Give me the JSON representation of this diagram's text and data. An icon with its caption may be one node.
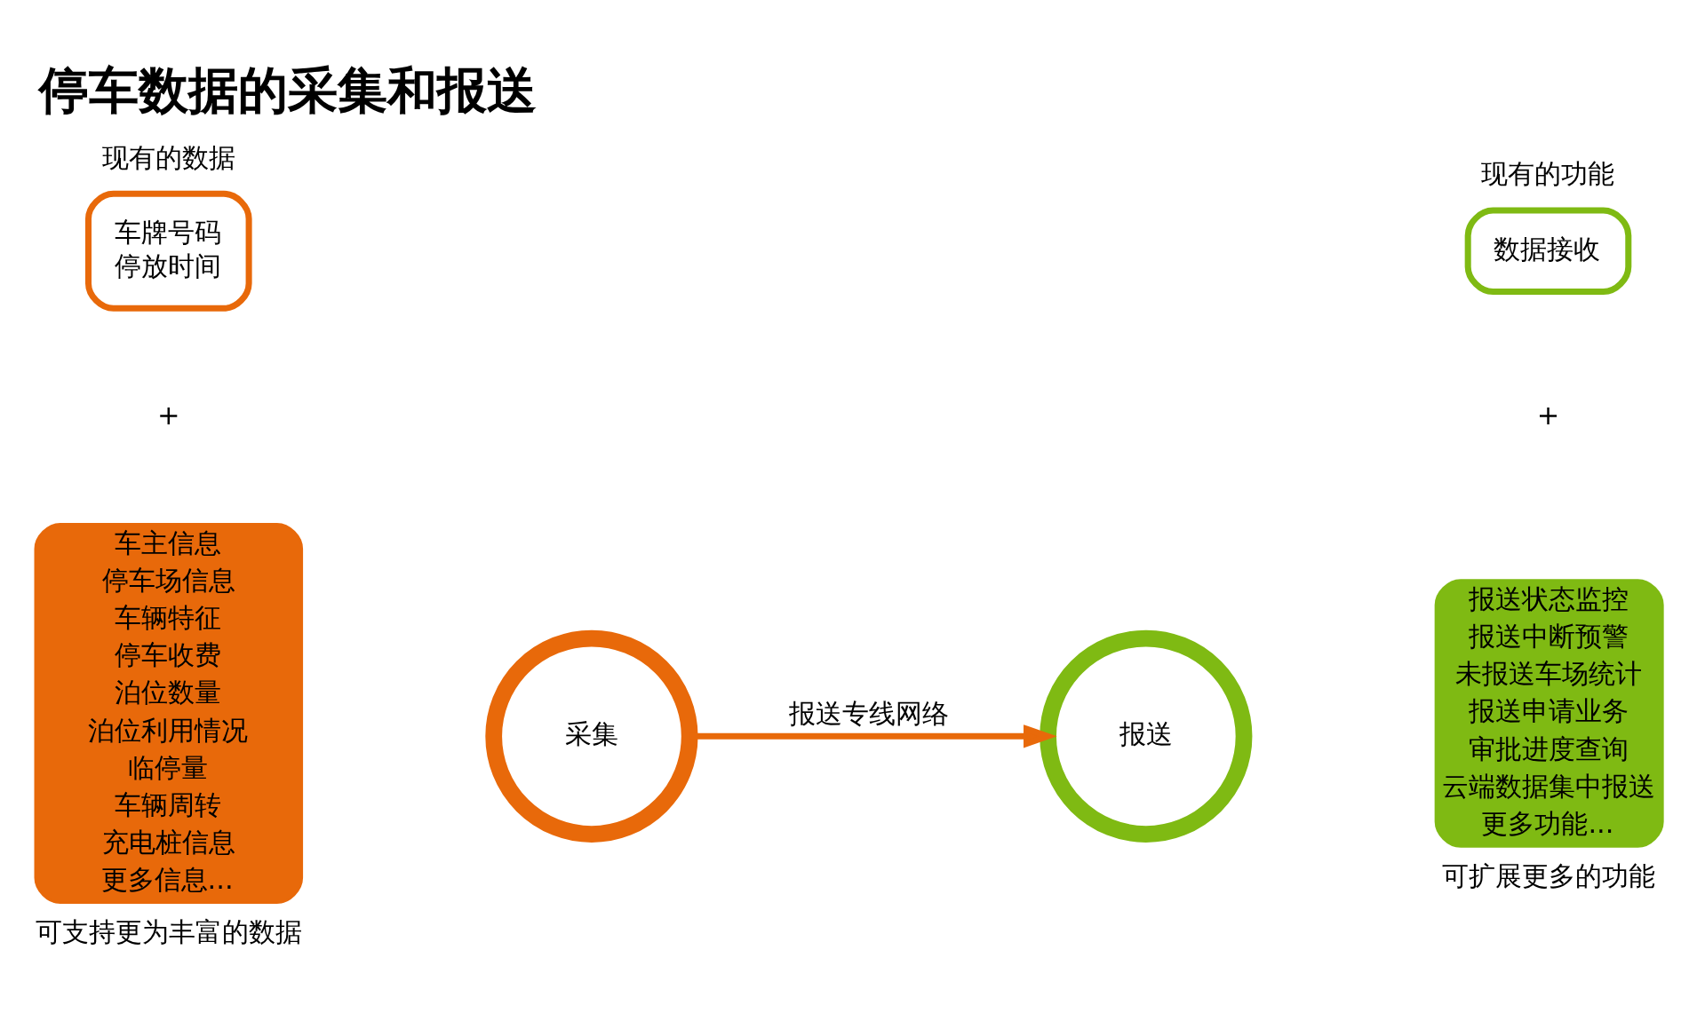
{
  "diagram": {
    "title": "停车数据的采集和报送",
    "nodes": [
      {
        "text": [
          "现有的数据",
          "车牌号码",
          "停放时间"
        ]
      },
      {
        "text": [
          "车主信息",
          "停车场信息",
          "车辆特征",
          "停车收费",
          "泊位数量",
          "泊位利用情况",
          "临停量",
          "车辆周转",
          "充电桩信息",
          "更多信息..."
        ],
        "beside": [
          "可支持更为丰富的数据"
        ]
      },
      {
        "text": [
          "采集"
        ]
      },
      {
        "text": [
          "报送"
        ]
      },
      {
        "text": [
          "现有的功能",
          "数据接收"
        ]
      },
      {
        "text": [
          "报送状态监控",
          "报送中断预警",
          "未报送车场统计",
          "报送申请业务",
          "审批进度查询",
          "云端数据集中报送",
          "更多功能..."
        ],
        "beside": [
          "可扩展更多的功能"
        ]
      }
    ],
    "edges": [
      {
        "from": 2,
        "to": 3,
        "arrow": "to",
        "label": "报送专线网络"
      }
    ],
    "labels": [
      "+",
      "+"
    ]
  }
}
